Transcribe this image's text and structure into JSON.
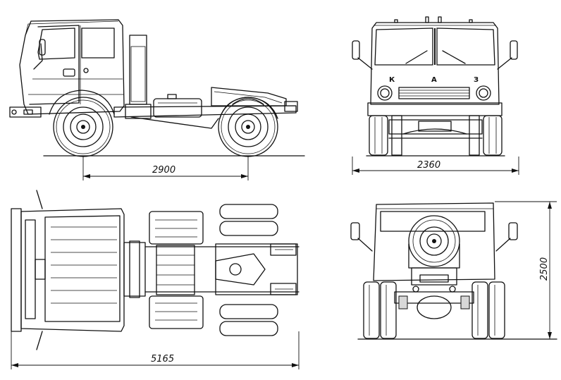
{
  "drawing": {
    "views": [
      "side",
      "front",
      "top",
      "rear"
    ],
    "dimensions": {
      "wheelbase": "2900",
      "front_track": "2360",
      "overall_length": "5165",
      "overall_height": "2500"
    },
    "grille_letters": [
      "К",
      "А",
      "З"
    ]
  }
}
